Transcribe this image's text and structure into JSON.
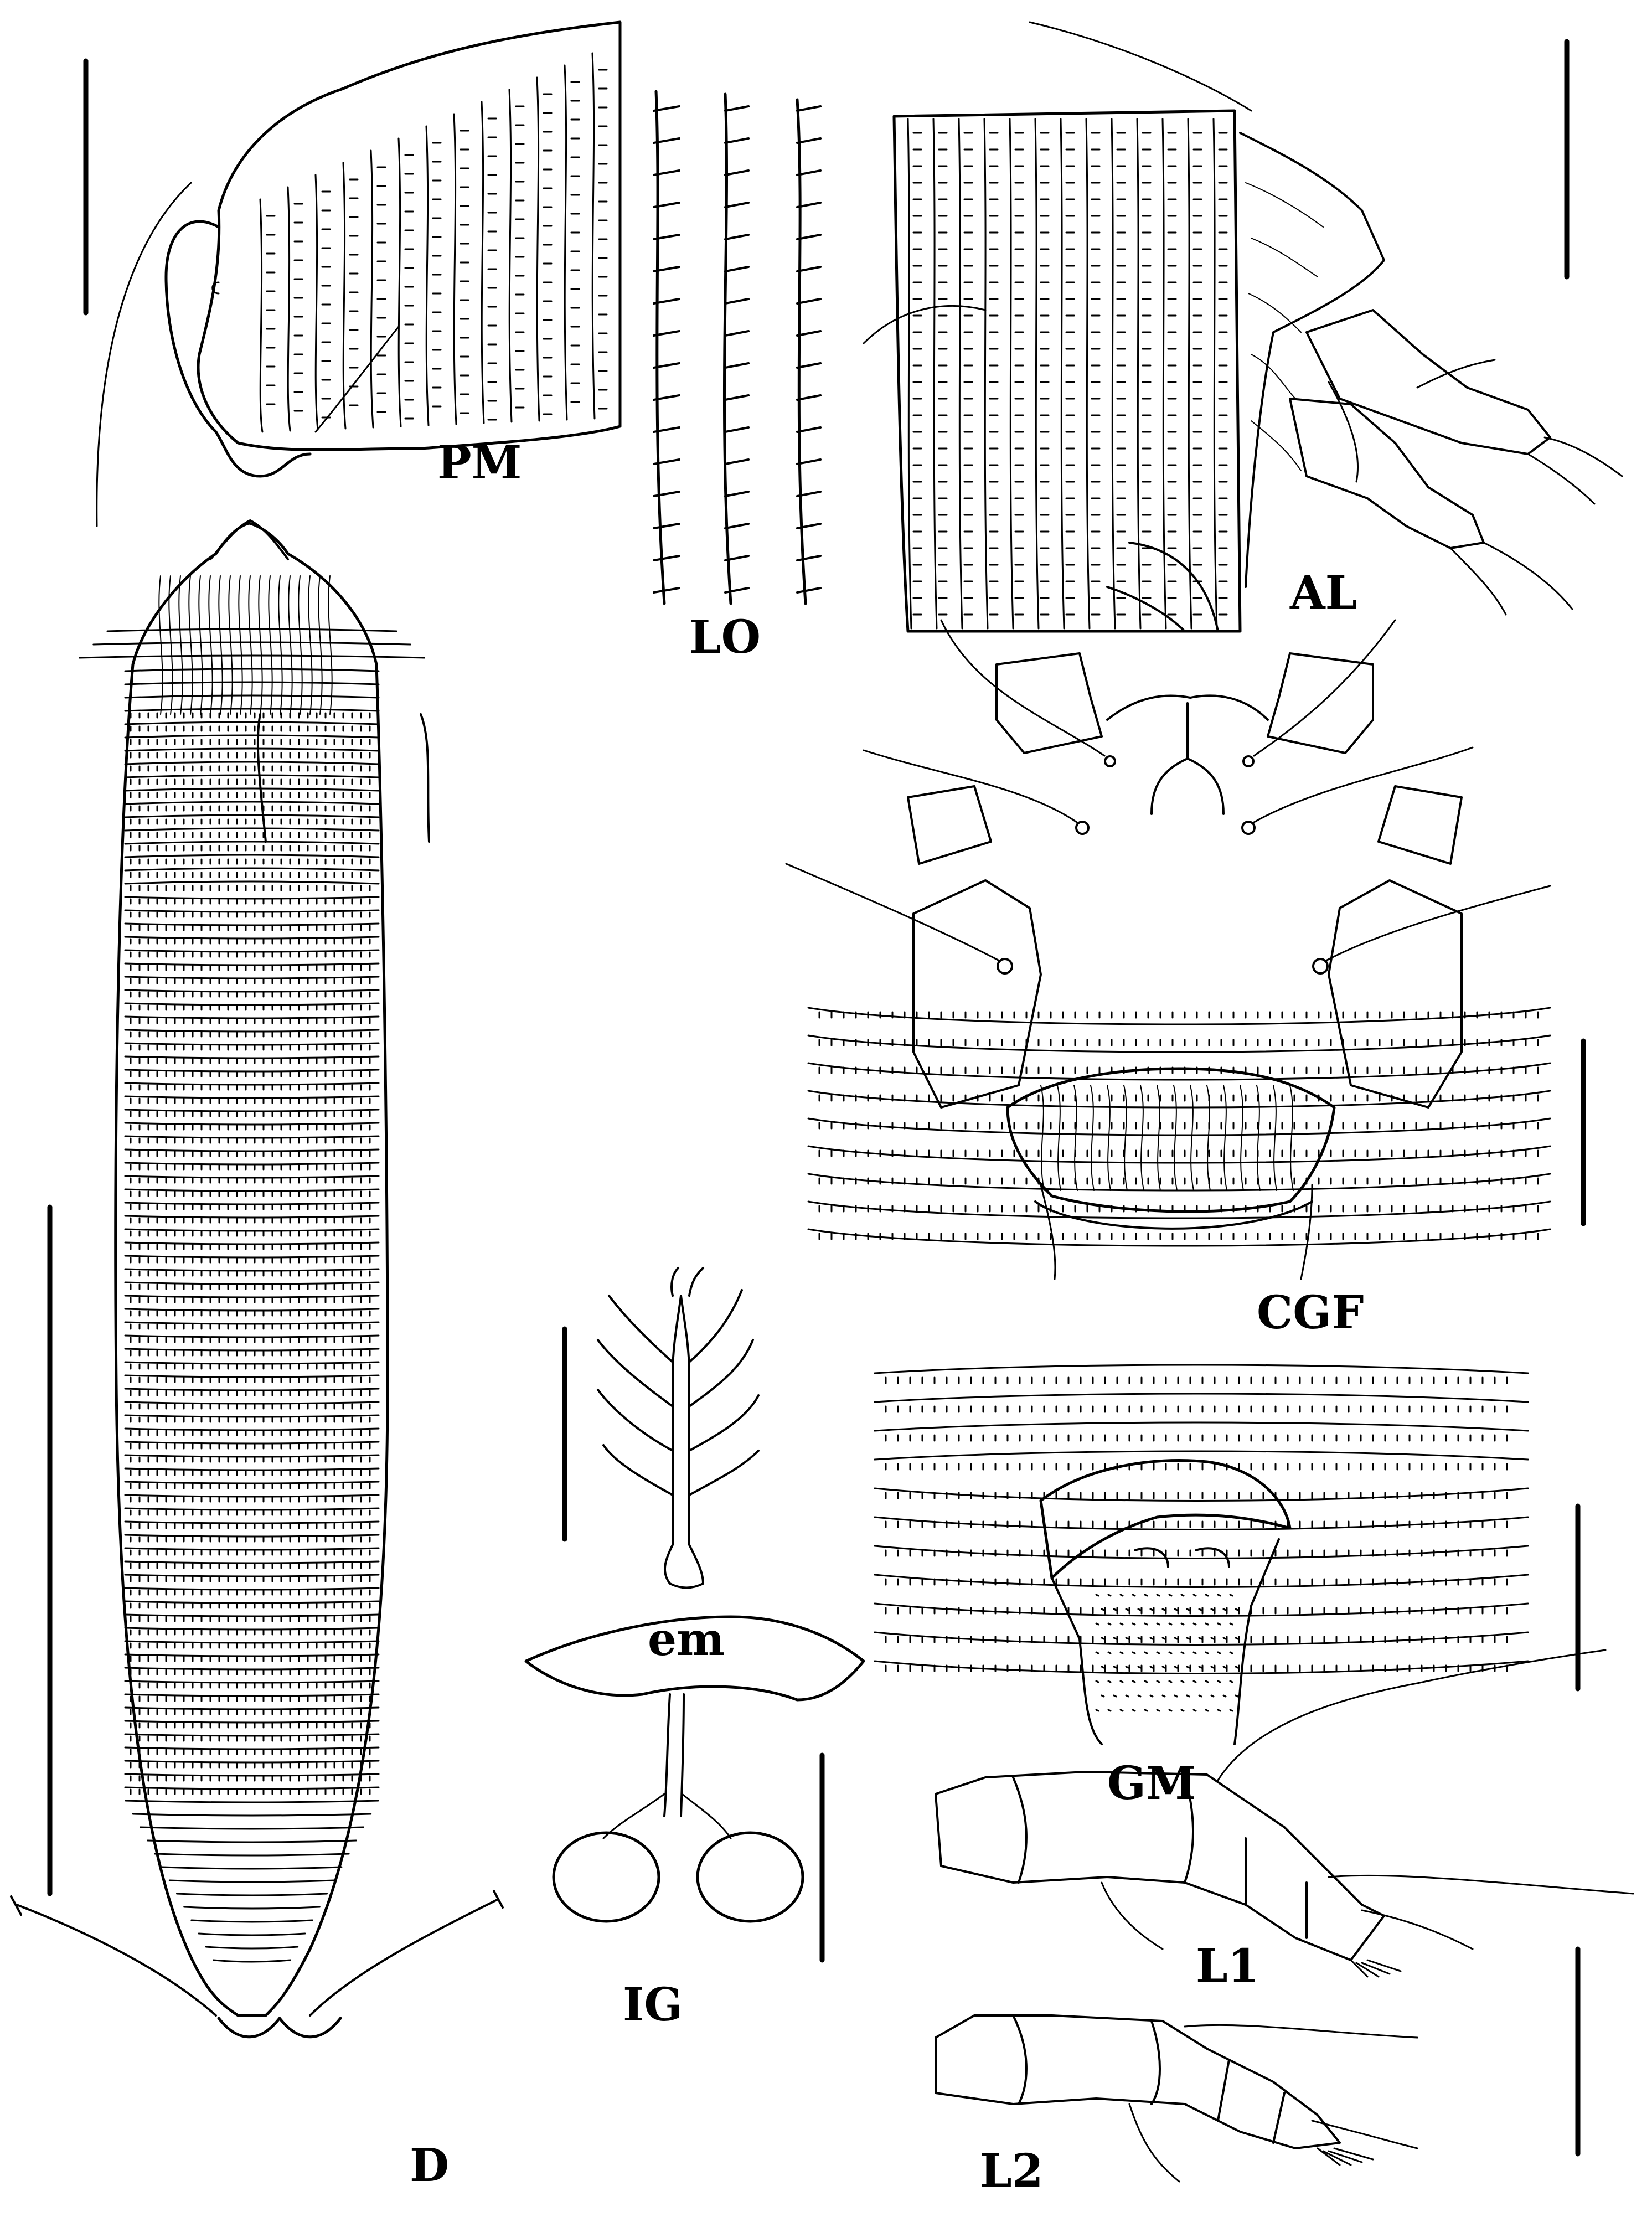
{
  "figure": {
    "panels": [
      {
        "id": "PM",
        "label": "PM"
      },
      {
        "id": "LO",
        "label": "LO"
      },
      {
        "id": "AL",
        "label": "AL"
      },
      {
        "id": "CGF",
        "label": "CGF"
      },
      {
        "id": "em",
        "label": "em"
      },
      {
        "id": "GM",
        "label": "GM"
      },
      {
        "id": "IG",
        "label": "IG"
      },
      {
        "id": "L1",
        "label": "L1"
      },
      {
        "id": "L2",
        "label": "L2"
      },
      {
        "id": "D",
        "label": "D"
      }
    ],
    "ink_color": "#000000",
    "background_color": "#ffffff"
  }
}
